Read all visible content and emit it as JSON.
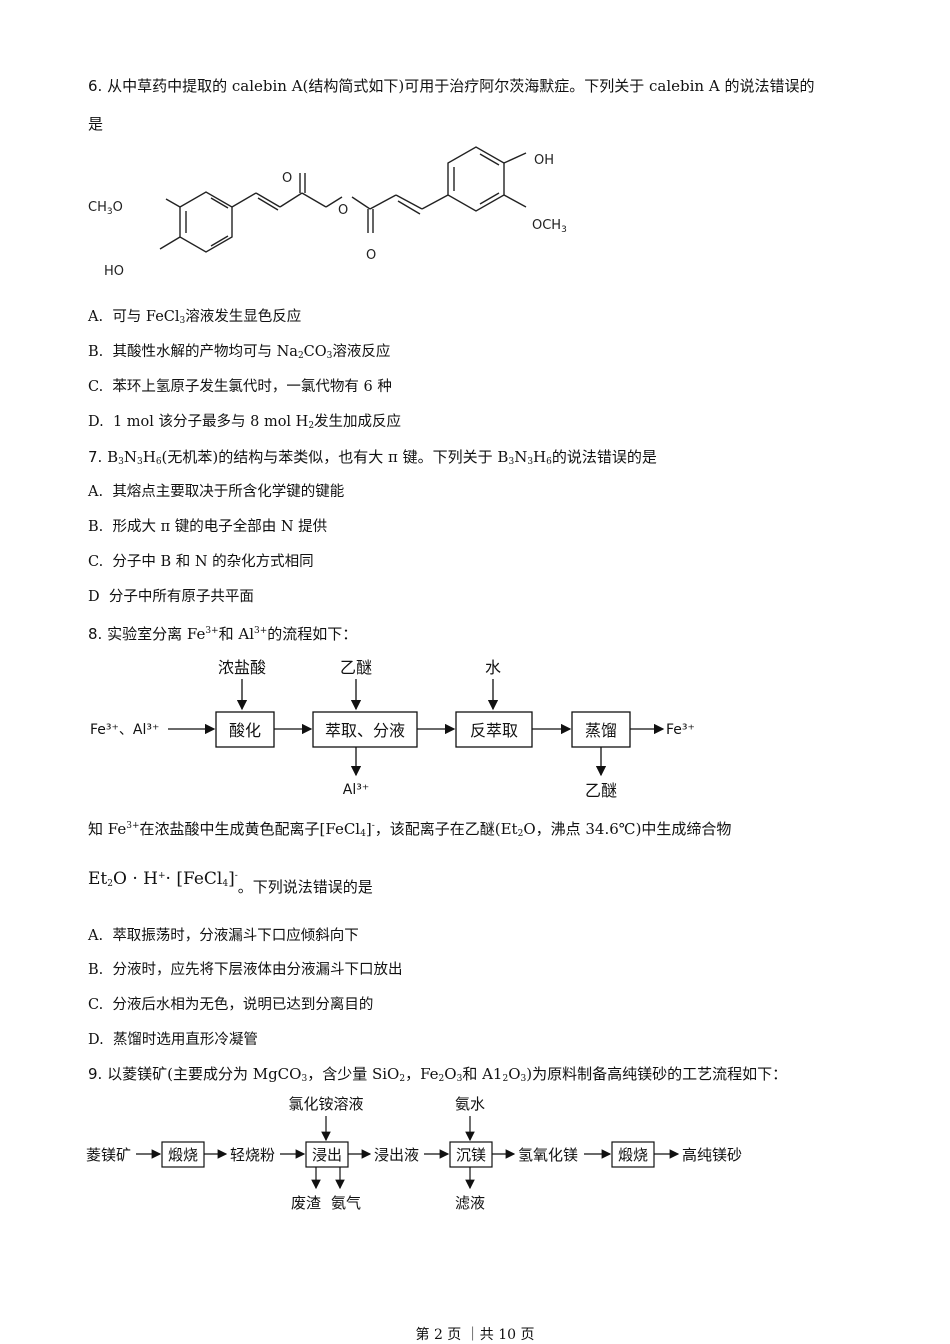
{
  "q6": {
    "num": "6.",
    "stem_line1": "从中草药中提取的 calebin A(结构简式如下)可用于治疗阿尔茨海默症。下列关于 calebin A 的说法错误的",
    "stem_line2": "是",
    "structure_labels": {
      "ch3o_left": "CH",
      "ch3o_left_sub": "3",
      "ch3o_left_o": "O",
      "ho_left": "HO",
      "o_ketone": "O",
      "o_ester": "O",
      "o_carbonyl": "O",
      "oh_right": "OH",
      "och3_right": "OCH",
      "och3_right_sub": "3"
    },
    "options": [
      {
        "label": "A.",
        "text_a": "可与 FeCl",
        "sub": "3",
        "text_b": "溶液发生显色反应"
      },
      {
        "label": "B.",
        "text_a": "其酸性水解的产物均可与 Na",
        "sub": "2",
        "text_b": "CO",
        "sub2": "3",
        "text_c": "溶液反应"
      },
      {
        "label": "C.",
        "text_a": "苯环上氢原子发生氯代时，一氯代物有 6 种"
      },
      {
        "label": "D.",
        "text_a": "1  mol 该分子最多与 8  mol  H",
        "sub": "2",
        "text_b": "发生加成反应"
      }
    ]
  },
  "q7": {
    "num": "7.",
    "stem_a": "B",
    "stem_s1": "3",
    "stem_b": "N",
    "stem_s2": "3",
    "stem_c": "H",
    "stem_s3": "6",
    "stem_d": "(无机苯)的结构与苯类似，也有大 π 键。下列关于 B",
    "stem_s4": "3",
    "stem_e": "N",
    "stem_s5": "3",
    "stem_f": "H",
    "stem_s6": "6",
    "stem_g": "的说法错误的是",
    "options": [
      {
        "label": "A.",
        "text": "其熔点主要取决于所含化学键的键能"
      },
      {
        "label": "B.",
        "text": "形成大 π 键的电子全部由 N 提供"
      },
      {
        "label": "C.",
        "text": "分子中 B 和 N 的杂化方式相同"
      },
      {
        "label": "D",
        "text": "分子中所有原子共平面"
      }
    ]
  },
  "q8": {
    "num": "8.",
    "stem_a": "实验室分离 Fe",
    "stem_sup1": "3+",
    "stem_b": "和 Al",
    "stem_sup2": "3+",
    "stem_c": "的流程如下：",
    "flow": {
      "reagent1": "浓盐酸",
      "reagent2": "乙醚",
      "reagent3": "水",
      "input": "Fe³⁺、Al³⁺",
      "step1": "酸化",
      "step2": "萃取、分液",
      "step3": "反萃取",
      "step4": "蒸馏",
      "output": "Fe³⁺",
      "out_step2": "Al³⁺",
      "out_step4": "乙醚"
    },
    "note_a": "知 Fe",
    "note_sup1": "3+",
    "note_b": "在浓盐酸中生成黄色配离子[FeCl",
    "note_sub1": "4",
    "note_sup2": "]",
    "note_sup2b": "-",
    "note_c": "，该配离子在乙醚(Et",
    "note_sub2": "2",
    "note_d": "O，沸点 34.6℃)中生成缔合物",
    "formula_a": "Et",
    "formula_sub1": "2",
    "formula_b": "O · H",
    "formula_sup1": "+",
    "formula_c": "· [FeCl",
    "formula_sub2": "4",
    "formula_d": "]",
    "formula_sup2": "-",
    "formula_tail": "。下列说法错误的是",
    "options": [
      {
        "label": "A.",
        "text": "萃取振荡时，分液漏斗下口应倾斜向下"
      },
      {
        "label": "B.",
        "text": "分液时，应先将下层液体由分液漏斗下口放出"
      },
      {
        "label": "C.",
        "text": "分液后水相为无色，说明已达到分离目的"
      },
      {
        "label": "D.",
        "text": "蒸馏时选用直形冷凝管"
      }
    ]
  },
  "q9": {
    "num": "9.",
    "stem_a": "以菱镁矿(主要成分为 MgCO",
    "stem_s1": "3",
    "stem_b": "，含少量 SiO",
    "stem_s2": "2",
    "stem_c": "，Fe",
    "stem_s3": "2",
    "stem_d": "O",
    "stem_s4": "3",
    "stem_e": "和 A1",
    "stem_s5": "2",
    "stem_f": "O",
    "stem_s6": "3",
    "stem_g": ")为原料制备高纯镁砂的工艺流程如下：",
    "flow": {
      "input": "菱镁矿",
      "box1": "煅烧",
      "mid1": "轻烧粉",
      "reagent1": "氯化铵溶液",
      "box2": "浸出",
      "mid2": "浸出液",
      "reagent2": "氨水",
      "box3": "沉镁",
      "mid3": "氢氧化镁",
      "box4": "煅烧",
      "output": "高纯镁砂",
      "out_box2_a": "废渣",
      "out_box2_b": "氨气",
      "out_box3": "滤液"
    }
  },
  "footer": {
    "text": "第 2 页 ｜共 10 页"
  }
}
